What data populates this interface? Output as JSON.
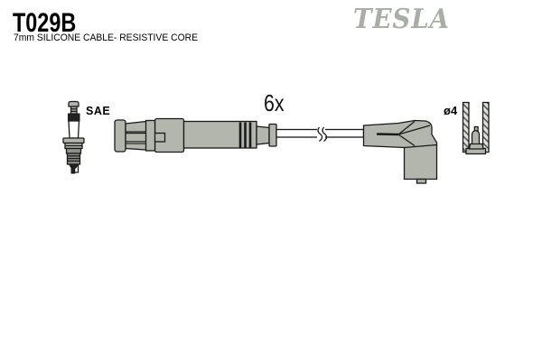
{
  "product": {
    "part_number": "T029B",
    "subtitle": "7mm SILICONE CABLE- RESISTIVE CORE",
    "brand": "TESLA",
    "quantity_label": "6x",
    "plug_standard_label": "SAE",
    "terminal_diameter_label": "ø4"
  },
  "colors": {
    "background": "#ffffff",
    "line": "#1a1a1a",
    "part_fill": "#b2b6ad",
    "brand_gray": "#a9aea7",
    "text": "#000000"
  }
}
